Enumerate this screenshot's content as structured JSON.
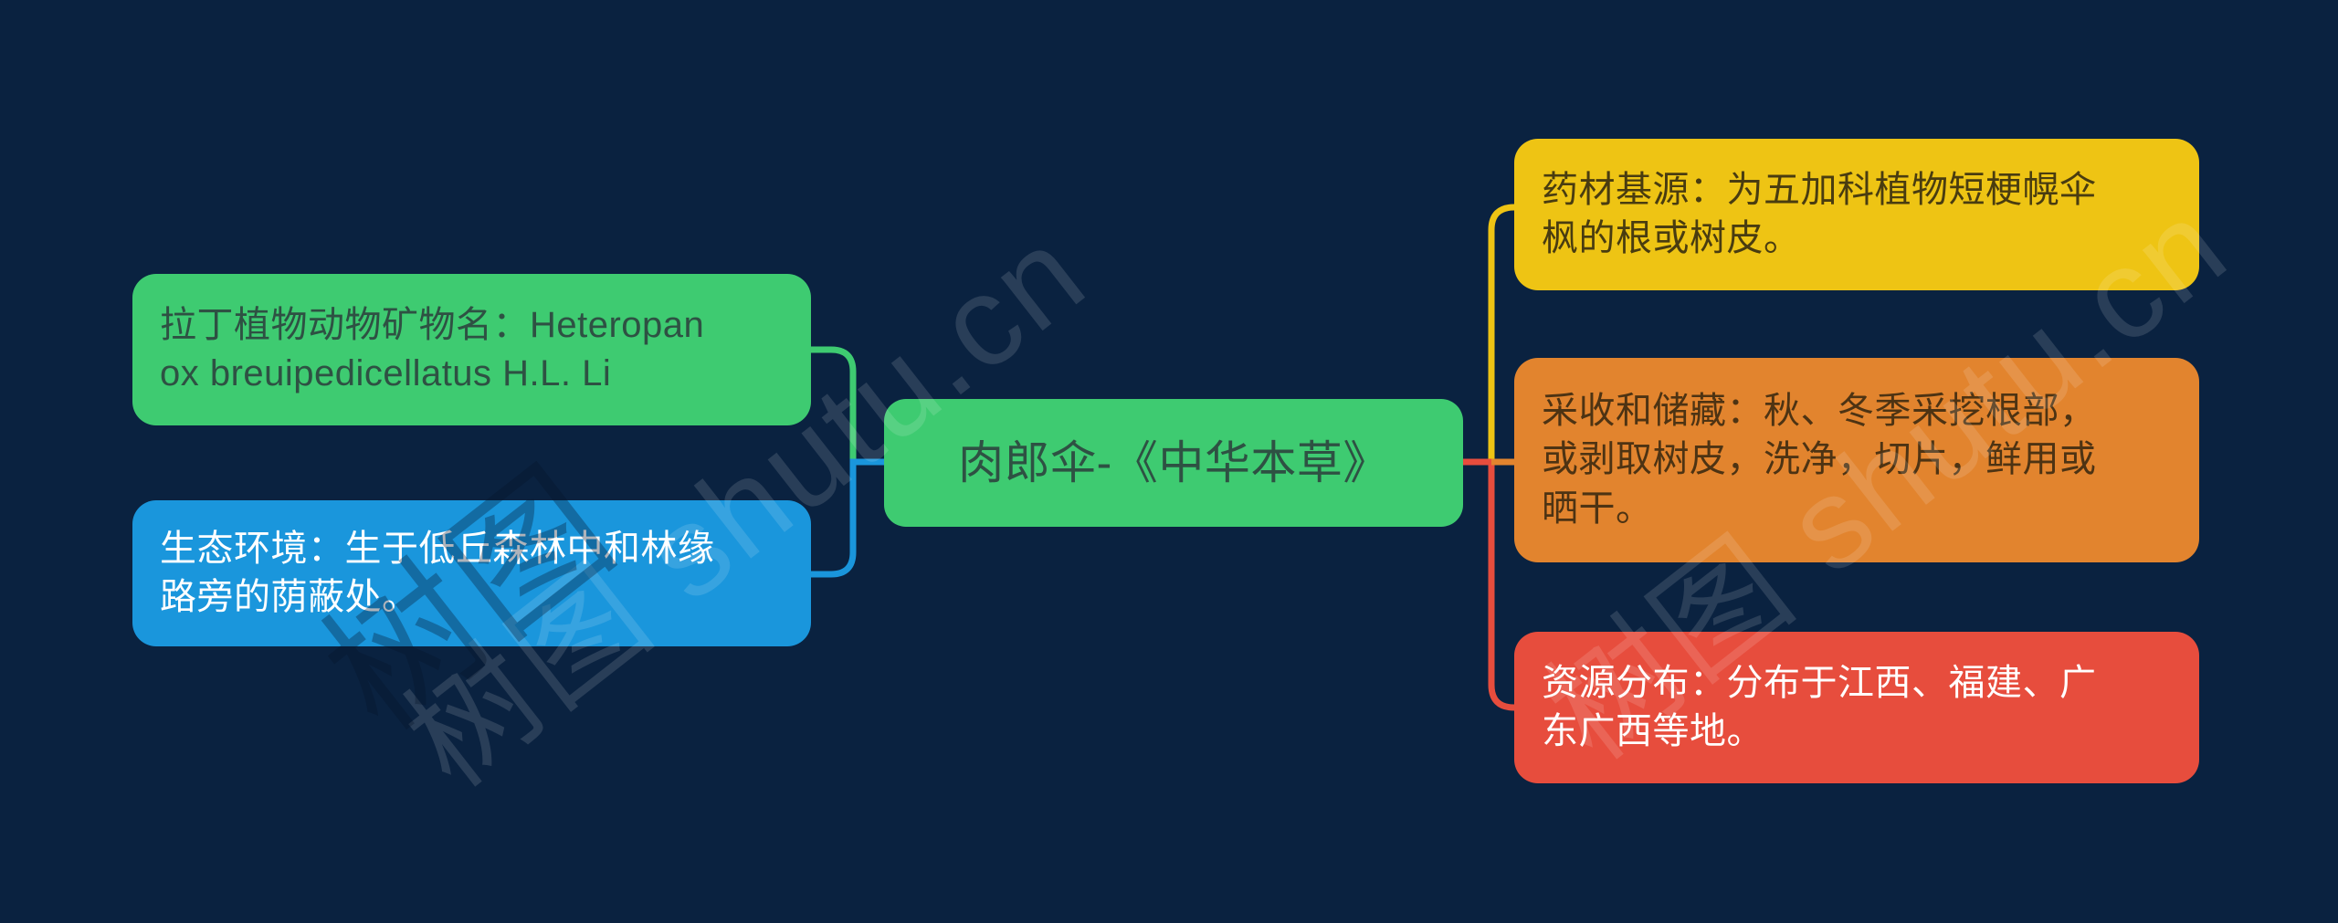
{
  "canvas": {
    "bg": "#0a2240"
  },
  "watermark": {
    "text": "树图 shutu.cn",
    "dark_text": "树图",
    "light_color": "rgba(255,255,255,0.13)",
    "dark_color": "rgba(5,20,40,0.32)"
  },
  "center": {
    "label": "肉郎伞-《中华本草》",
    "bg": "#3ecb71",
    "fg": "#2e5143",
    "connector_color": "#e74d3d"
  },
  "branches": {
    "left": [
      {
        "id": "latin-name",
        "label": "拉丁植物动物矿物名：Heteropan\nox breuipedicellatus H.L. Li",
        "bg": "#3ecb71",
        "fg": "#2e5143",
        "line": "#3ecb71"
      },
      {
        "id": "ecology",
        "label": "生态环境：生于低丘森林中和林缘\n路旁的荫蔽处。",
        "bg": "#1a96dc",
        "fg": "#ffffff",
        "line": "#1a96dc"
      }
    ],
    "right": [
      {
        "id": "material-source",
        "label": "药材基源：为五加科植物短梗幌伞\n枫的根或树皮。",
        "bg": "#eec414",
        "fg": "#493c10",
        "line": "#eec414"
      },
      {
        "id": "harvest-storage",
        "label": "采收和储藏：秋、冬季采挖根部，\n或剥取树皮，洗净，切片，鲜用或\n晒干。",
        "bg": "#e2842e",
        "fg": "#4d3313",
        "line": "#e2842e"
      },
      {
        "id": "distribution",
        "label": "资源分布：分布于江西、福建、广\n东广西等地。",
        "bg": "#e74d3d",
        "fg": "#ffffff",
        "line": "#e74d3d"
      }
    ]
  }
}
